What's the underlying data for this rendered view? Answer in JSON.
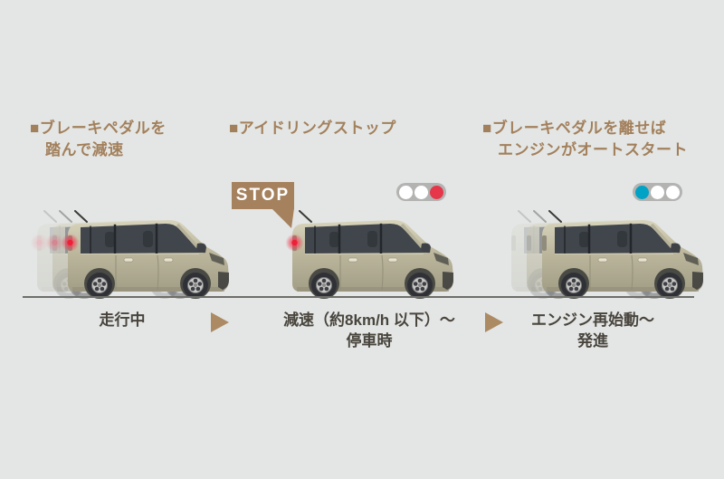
{
  "colors": {
    "page_bg": "#e3e6e5",
    "heading_text": "#a3805c",
    "accent": "#a5815d",
    "accent_light": "#ac8a63",
    "caption_text": "#49453d",
    "stop_badge_bg": "#a5815d",
    "stop_badge_text": "#ffffff",
    "signal_housing": "#b3b3b1",
    "signal_red": "#e5364a",
    "signal_blue": "#00a2c6",
    "signal_off": "#ffffff",
    "ground_line": "#6e6e6a",
    "car_body": "#bcb79d",
    "brake_light": "#ee2038"
  },
  "steps": [
    {
      "heading_line1": "■ブレーキペダルを",
      "heading_line2": "踏んで減速",
      "caption_line1": "走行中",
      "caption_line2": "",
      "car_motion_ghosts": true,
      "brake_light_on": true
    },
    {
      "heading_line1": "■アイドリングストップ",
      "heading_line2": "",
      "stop_badge_label": "STOP",
      "signal_lamps": [
        "off",
        "off",
        "red"
      ],
      "caption_line1": "減速（約8km/h 以下）～",
      "caption_line2": "停車時",
      "car_motion_ghosts": false,
      "brake_light_on": true
    },
    {
      "heading_line1": "■ブレーキペダルを離せば",
      "heading_line2": "エンジンがオートスタート",
      "signal_lamps": [
        "blue",
        "off",
        "off"
      ],
      "caption_line1": "エンジン再始動～",
      "caption_line2": "発進",
      "car_motion_ghosts": true,
      "brake_light_on": false
    }
  ],
  "icons": {
    "step_marker": "■",
    "arrow_right": "▶",
    "stop_speech_bubble": "stop-speech-bubble",
    "traffic_signal": "traffic-signal",
    "car": "kei-car-side-view"
  }
}
